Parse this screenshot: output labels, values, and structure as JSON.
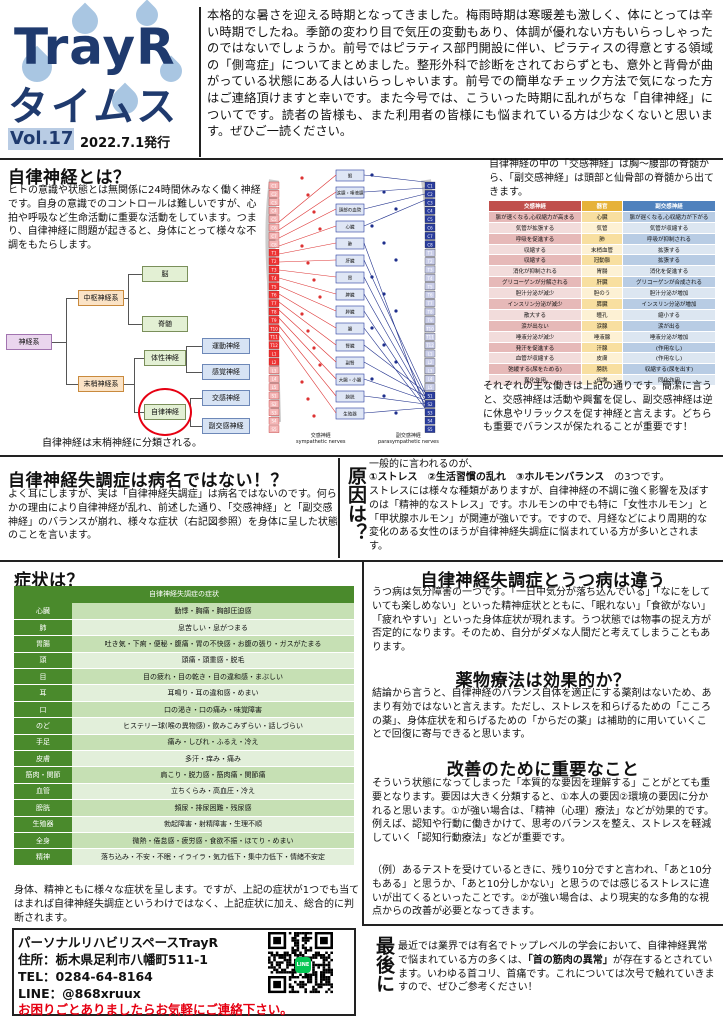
{
  "header": {
    "title_line1": "TrayR",
    "title_line2": "タイムス",
    "vol": "Vol.17",
    "date": "2022.7.1発行",
    "intro": "本格的な暑さを迎える時期となってきました。梅雨時期は寒暖差も激しく、体にとっては辛い時期でしたね。季節の変わり目で気圧の変動もあり、体調が優れない方もいらっしゃったのではないでしょうか。前号ではピラティス部門開設に伴い、ピラティスの得意とする領域の「側弯症」についてまとめました。整形外科で診断をされておらずとも、意外と背骨が曲がっている状態にある人はいらっしゃいます。前号での簡単なチェック方法で気になった方はご連絡頂けますと幸いです。また今号では、こういった時期に乱れがちな「自律神経」についてです。読者の皆様も、また利用者の皆様にも悩まれている方は少なくないと思います。ぜひご一読ください。"
  },
  "s1": {
    "title": "自律神経とは？",
    "body": "ヒトの意識や状態とは無関係に24時間休みなく働く神経です。自身の意識でのコントロールは難しいですが、心拍や呼吸など生命活動に重要な活動をしています。つまり、自律神経に問題が起きると、身体にとって様々な不調をもたらします。",
    "caption": "自律神経は末梢神経に分類される。"
  },
  "tree": {
    "root": "神経系",
    "central": "中枢神経系",
    "peripheral": "末梢神経系",
    "brain": "脳",
    "spinal": "脊髄",
    "somatic": "体性神経",
    "autonomic": "自律神経",
    "motor": "運動神経",
    "sensory": "感覚神経",
    "sympathetic": "交感神経",
    "parasympathetic": "副交感神経"
  },
  "diagram": {
    "organs": [
      "眼",
      "涙腺・唾液腺",
      "頭部の血管",
      "心臓",
      "肺",
      "肝臓",
      "胃",
      "脾臓",
      "膵臓",
      "腸",
      "腎臓",
      "副腎",
      "大腸・小腸",
      "膀胱",
      "生殖器"
    ],
    "left_caption": "交感神経",
    "left_caption_en": "sympathetic nerves",
    "right_caption": "副交感神経",
    "right_caption_en": "parasympathetic nerves",
    "spine_c": [
      "C1",
      "C2",
      "C3",
      "C4",
      "C5",
      "C6",
      "C7",
      "C8"
    ],
    "spine_t": [
      "T1",
      "T2",
      "T3",
      "T4",
      "T5",
      "T6",
      "T7",
      "T8",
      "T9",
      "T10",
      "T11",
      "T12"
    ],
    "spine_l": [
      "L1",
      "L2",
      "L3",
      "L4",
      "L5"
    ],
    "spine_s": [
      "S1",
      "S2",
      "S3",
      "S4",
      "S5"
    ]
  },
  "s1r": {
    "intro": "自律神経の中の「交感神経」は胸〜腰部の脊髄から、「副交感神経」は頭部と仙骨部の脊髄から出てきます。",
    "after": "それぞれの主な働きは上記の通りです。簡潔に言うと、交感神経は活動や興奮を促し、副交感神経は逆に休息やリラックスを促す神経と言えます。どちらも重要でバランスが保たれることが重要です！"
  },
  "nerve_table": {
    "headers": [
      "交感神経",
      "器官",
      "副交感神経"
    ],
    "rows": [
      [
        "脈が速くなる,心収縮力が高まる",
        "心臓",
        "脈が遅くなる,心収縮力が下がる"
      ],
      [
        "気管が拡張する",
        "気管",
        "気管が収縮する"
      ],
      [
        "呼吸を促進する",
        "肺",
        "呼吸が抑制される"
      ],
      [
        "収縮する",
        "末梢血管",
        "拡張する"
      ],
      [
        "収縮する",
        "冠動脈",
        "拡張する"
      ],
      [
        "消化が抑制される",
        "胃腸",
        "消化を促進する"
      ],
      [
        "グリコーゲンが分解される",
        "肝臓",
        "グリコーゲンが合成される"
      ],
      [
        "胆汁分泌が減少",
        "胆のう",
        "胆汁分泌が増加"
      ],
      [
        "インスリン分泌が減少",
        "膵臓",
        "インスリン分泌が増加"
      ],
      [
        "散大する",
        "瞳孔",
        "縮小する"
      ],
      [
        "涙が出ない",
        "涙腺",
        "涙が出る"
      ],
      [
        "唾液分泌が減少",
        "唾液腺",
        "唾液分泌が増加"
      ],
      [
        "発汗を促進する",
        "汗腺",
        "(作用なし)"
      ],
      [
        "血管が収縮する",
        "皮膚",
        "(作用なし)"
      ],
      [
        "弛緩する(尿をためる)",
        "膀胱",
        "収縮する(尿を出す)"
      ],
      [
        "異化作用",
        "代謝",
        "同化作用"
      ]
    ]
  },
  "s2": {
    "title": "自律神経失調症は病名ではない！？",
    "body": "よく耳にしますが、実は「自律神経失調症」は病名ではないのです。何らかの理由により自律神経が乱れ、前述した通り、「交感神経」と「副交感神経」のバランスが崩れ、様々な症状（右記図参照）を身体に呈した状態のことを言います。"
  },
  "cause": {
    "label": "原因は？",
    "line1": "一般的に言われるのが、",
    "items": "①ストレス　②生活習慣の乱れ　③ホルモンバランス",
    "items_suffix": "の3つです。",
    "body": "ストレスには様々な種類がありますが、自律神経の不調に強く影響を及ぼすのは「精神的なストレス」です。ホルモンの中でも特に「女性ホルモン」と「甲状腺ホルモン」が関連が強いです。ですので、月経などにより周期的な変化のある女性のほうが自律神経失調症に悩まれている方が多いとされます。"
  },
  "symptoms": {
    "title": "症状は？",
    "table_title": "自律神経失調症の症状",
    "rows": [
      [
        "心臓",
        "動悸・胸痛・胸部圧迫感"
      ],
      [
        "肺",
        "息苦しい・息がつまる"
      ],
      [
        "胃腸",
        "吐き気・下痢・便秘・腹痛・胃の不快感・お腹の張り・ガスがたまる"
      ],
      [
        "頭",
        "頭痛・頭重感・脱毛"
      ],
      [
        "目",
        "目の疲れ・目の乾き・目の違和感・まぶしい"
      ],
      [
        "耳",
        "耳鳴り・耳の違和感・めまい"
      ],
      [
        "口",
        "口の渇き・口の痛み・味覚障害"
      ],
      [
        "のど",
        "ヒステリー球(喉の異物感)・飲みこみずらい・話しづらい"
      ],
      [
        "手足",
        "痛み・しびれ・ふるえ・冷え"
      ],
      [
        "皮膚",
        "多汗・痒み・痛み"
      ],
      [
        "筋肉・関節",
        "肩こり・脱力感・筋肉痛・関節痛"
      ],
      [
        "血管",
        "立ちくらみ・高血圧・冷え"
      ],
      [
        "膀胱",
        "頻尿・排尿困難・残尿感"
      ],
      [
        "生殖器",
        "勃起障害・射精障害・生理不順"
      ],
      [
        "全身",
        "微熱・倦怠感・疲労感・食欲不振・ほてり・めまい"
      ],
      [
        "精神",
        "落ち込み・不安・不眠・イライラ・気力低下・集中力低下・情緒不安定"
      ]
    ],
    "after": "身体、精神ともに様々な症状を呈します。ですが、上記の症状が1つでも当てはまれば自律神経失調症というわけではなく、上記症状に加え、総合的に判断されます。"
  },
  "s3": {
    "title": "自律神経失調症とうつ病は違う",
    "body": "うつ病は気分障害の一つです。「一日中気分が落ち込んでいる」「なにをしていても楽しめない」といった精神症状とともに、「眠れない」「食欲がない」「疲れやすい」といった身体症状が現れます。うつ状態では物事の捉え方が否定的になります。そのため、自分がダメな人間だと考えてしまうこともあります。"
  },
  "s4": {
    "title": "薬物療法は効果的か？",
    "body": "結論から言うと、自律神経のバランス自体を適正にする薬剤はないため、あまり有効ではないと言えます。ただし、ストレスを和らげるための「こころの薬」、身体症状を和らげるための「からだの薬」は補助的に用いていくことで回復に寄与できると思います。"
  },
  "s5": {
    "title": "改善のために重要なこと",
    "body": "そういう状態になってしまった「本質的な要因を理解する」ことがとても重要となります。要因は大きく分類すると、①本人の要因②環境の要因に分かれると思います。①が強い場合は、「精神（心理）療法」などが効果的です。例えば、認知や行動に働きかけて、思考のバランスを整え、ストレスを軽減していく「認知行動療法」などが重要です。",
    "body2": "（例）あるテストを受けているときに、残り10分ですと言われ、「あと10分もある」と思うか、「あと10分しかない」と思うのでは感じるストレスに違いが出てくるといったことです。②が強い場合は、より現実的な多角的な視点からの改善が必要となってきます。"
  },
  "footer": {
    "name": "パーソナルリハビリスペースTrayR",
    "address": "住所：栃木県足利市八幡町511-1",
    "tel": "TEL：0284-64-8164",
    "line": "LINE：@868xruux",
    "cta": "お困りごとありましたらお気軽にご連絡下さい。"
  },
  "last": {
    "label": "最後に",
    "body_pre": "最近では業界では有名でトップレベルの学会において、自律神経異常で悩まれている方の多くは、",
    "highlight": "「首の筋肉の異常」",
    "body_post": "が存在するとされています。いわゆる首コリ、首痛です。これについては次号で触れていきますので、ぜひご参考ください！"
  },
  "colors": {
    "brand": "#1f3a6e",
    "accent_red": "#e60012",
    "table_green": "#4a8a2c",
    "header_red": "#c0504d",
    "header_blue": "#4f81bd"
  }
}
